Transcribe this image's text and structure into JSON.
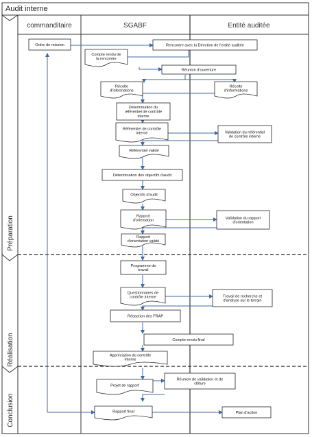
{
  "diagram": {
    "title": "Audit interne",
    "lanes": {
      "commanditaire": "commanditaire",
      "sgabf": "SGABF",
      "entite": "Entité auditée"
    },
    "phases": {
      "preparation": "Préparation",
      "realisation": "Réalisation",
      "conclusion": "Conclusion"
    },
    "nodes": {
      "n1": [
        "Ordre de mission"
      ],
      "n2": [
        "Rencontre avec la Direction de l'entité auditée"
      ],
      "n3": [
        "Compte rendu de",
        "la rencontre"
      ],
      "n4": [
        "Réunion d'ouverture"
      ],
      "n5": [
        "Récolte",
        "d'informations"
      ],
      "n6": [
        "Récolte",
        "d'informations"
      ],
      "n7": [
        "Détermination du",
        "référentiel de contrôle",
        "interne"
      ],
      "n8": [
        "Référentiel de contrôle",
        "interne"
      ],
      "n9": [
        "Validation du référentiel",
        "de contrôle interne"
      ],
      "n10": [
        "Référentiel validé"
      ],
      "n11": [
        "Détermination des objectifs d'audit"
      ],
      "n12": [
        "Objectifs d'audit"
      ],
      "n13": [
        "Rapport",
        "d'orientation"
      ],
      "n14": [
        "Validation du rapport",
        "d'orientation"
      ],
      "n15": [
        "Rapport",
        "d'orientation validé"
      ],
      "n16": [
        "Programme de",
        "travail"
      ],
      "n17": [
        "Questionnaires de",
        "contrôle interne"
      ],
      "n18": [
        "Travail de recherche et",
        "d'analyse sur le terrain"
      ],
      "n19": [
        "Rédaction des FRAP"
      ],
      "n20": [
        "Compte rendu final"
      ],
      "n21": [
        "Appréciation du contrôle",
        "interne"
      ],
      "n22": [
        "Projet de rapport"
      ],
      "n23": [
        "Réunion de validation et de",
        "clôture"
      ],
      "n24": [
        "Rapport final"
      ],
      "n25": [
        "Plan d'action"
      ]
    }
  }
}
